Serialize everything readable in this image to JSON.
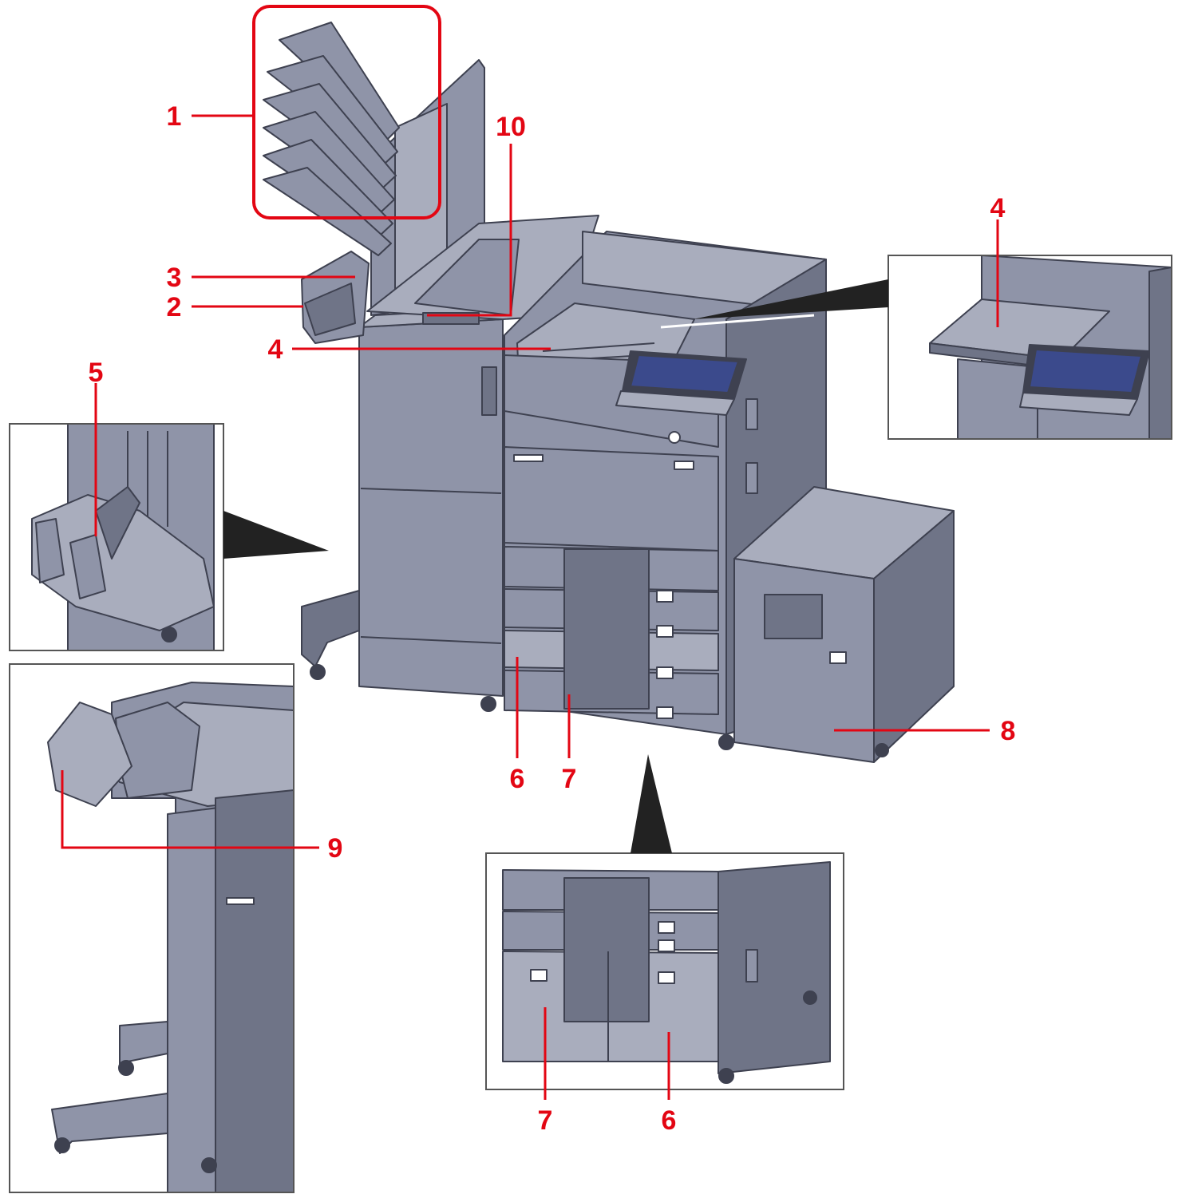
{
  "colors": {
    "accent": "#e30613",
    "body": "#8f94a8",
    "body_dark": "#6f7487",
    "body_light": "#a9adbd",
    "outline": "#3e4150",
    "screen": "#3b4a8c",
    "inset_border": "#555555"
  },
  "labels": {
    "l1": "1",
    "l2": "2",
    "l3": "3",
    "l4_main": "4",
    "l4_inset": "4",
    "l5": "5",
    "l6_main": "6",
    "l6_inset": "6",
    "l7_main": "7",
    "l7_inset": "7",
    "l8": "8",
    "l9": "9",
    "l10": "10"
  }
}
